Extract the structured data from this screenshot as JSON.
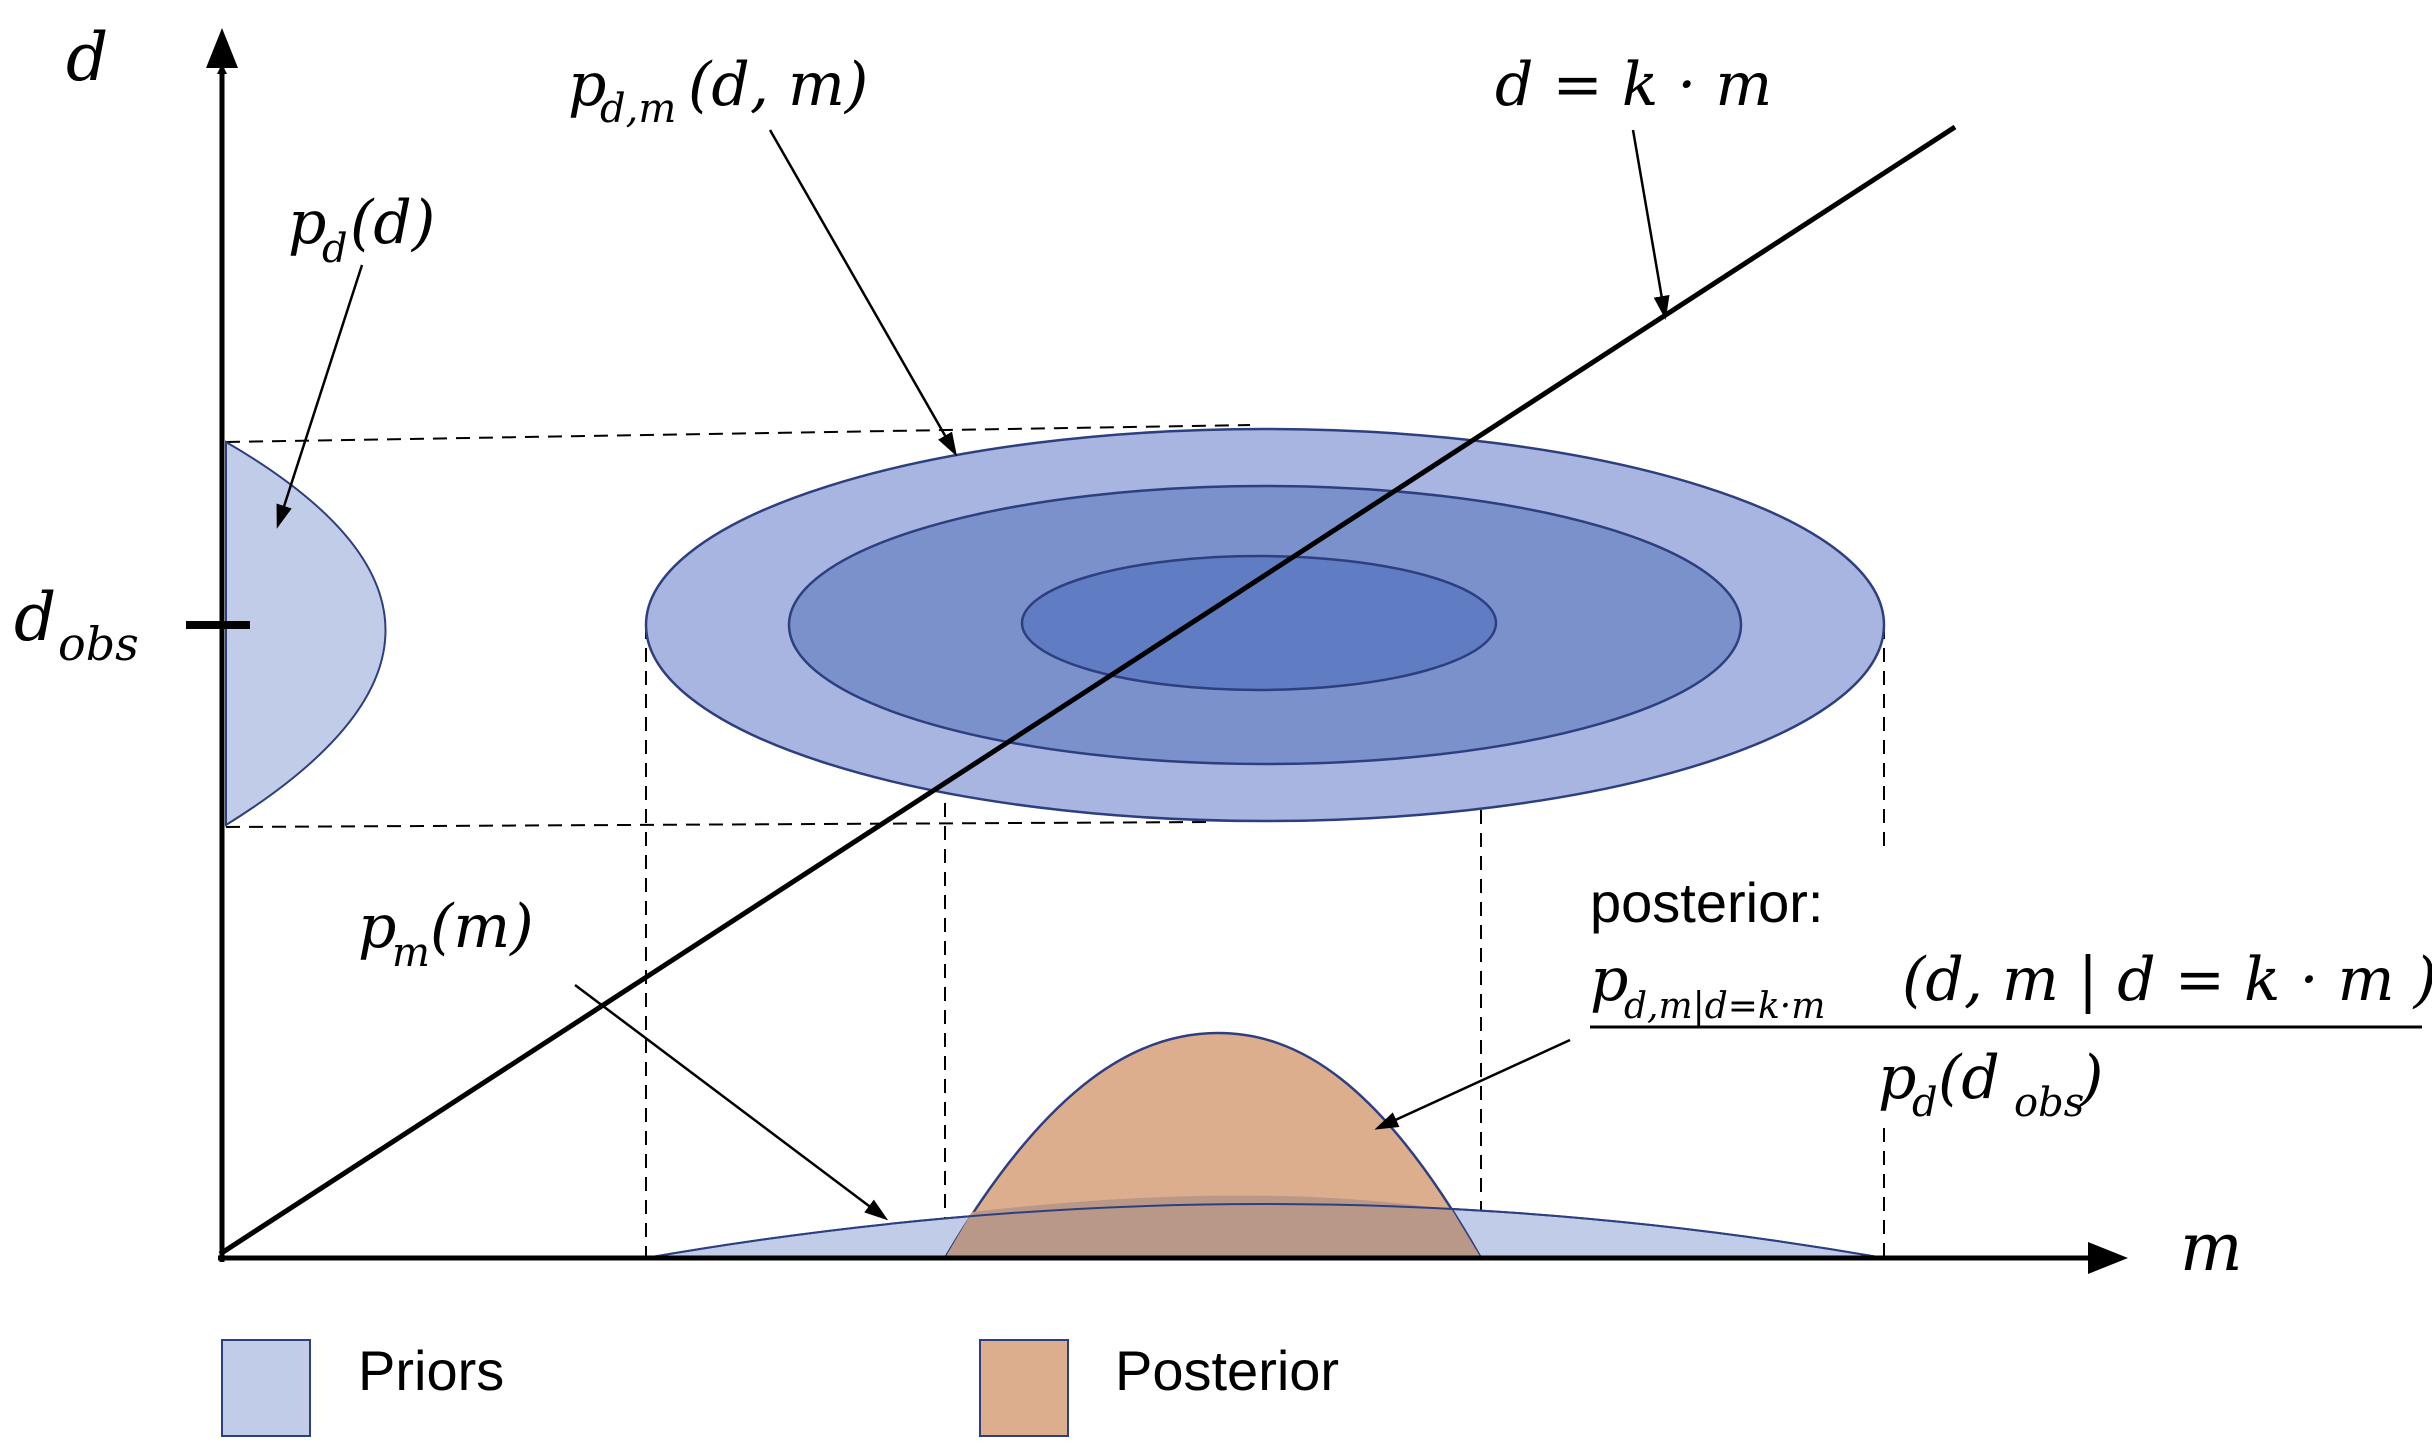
{
  "axes": {
    "y_label": "d",
    "x_label": "m",
    "d_obs_label": "d",
    "d_obs_sub": "obs"
  },
  "labels": {
    "joint_p": "p",
    "joint_sub": "d,m",
    "joint_args": "(d, m)",
    "line_eq": "d = k · m",
    "pd_p": "p",
    "pd_sub": "d",
    "pd_args": "(d)",
    "pm_p": "p",
    "pm_sub": "m",
    "pm_args": "(m)",
    "posterior_word": "posterior:",
    "post_num_p": "p",
    "post_num_sub": "d,m|d=k·m",
    "post_num_args": "(d, m | d = k · m )",
    "post_den_p": "p",
    "post_den_sub": "d",
    "post_den_open": "(d",
    "post_den_obs": "obs",
    "post_den_close": ")"
  },
  "legend": [
    {
      "label": "Priors",
      "color": "#c1cde8"
    },
    {
      "label": "Posterior",
      "color": "#ddae8e"
    }
  ],
  "colors": {
    "prior_fill": "#c1cde8",
    "ellipse_outer": "#a7b5e0",
    "ellipse_mid": "#7b91cc",
    "ellipse_inner": "#607cc2",
    "ellipse_stroke": "#2e3f80",
    "posterior_fill": "#ddae8e",
    "overlap_fill": "#b99888"
  }
}
